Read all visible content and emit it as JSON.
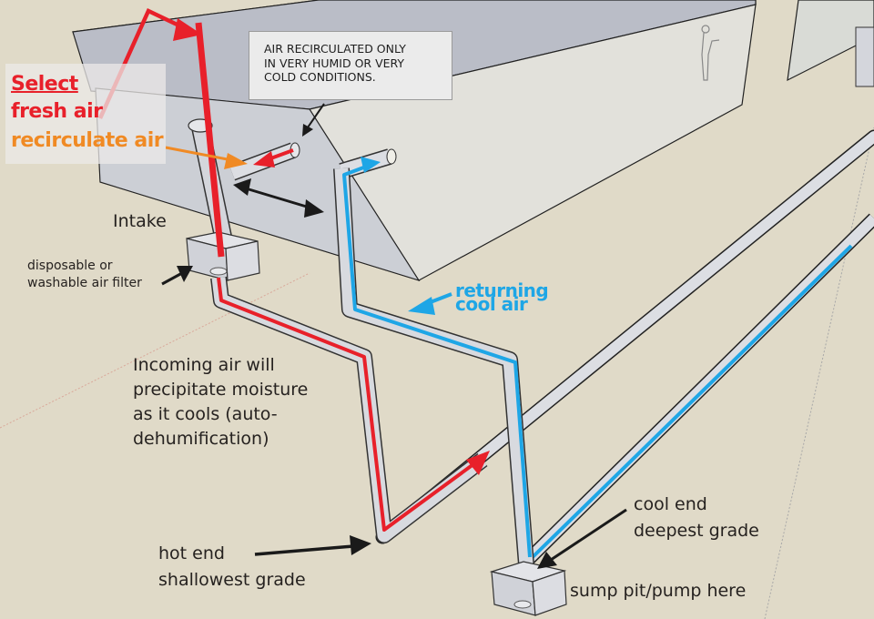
{
  "diagram": {
    "type": "earth-tube ventilation system illustration",
    "colors": {
      "background": "#e0dac8",
      "hot_air": "#e8202a",
      "recirculate": "#f08a24",
      "cool_air": "#1ea6e6",
      "annotation_arrow": "#1a1a1a",
      "pipe": "#d4d6dc",
      "building": "#c6c9d1"
    },
    "select_panel": {
      "title": "Select",
      "fresh": "fresh air",
      "recirculate": "recirculate air"
    },
    "note": {
      "lines": [
        "AIR RECIRCULATED ONLY",
        "IN VERY HUMID OR VERY",
        "COLD CONDITIONS."
      ]
    },
    "labels": {
      "intake": "Intake",
      "filter": [
        "disposable or",
        "washable air filter"
      ],
      "returning": [
        "returning",
        "cool air"
      ],
      "incoming": [
        "Incoming air will",
        "precipitate moisture",
        "as it cools (auto-",
        "dehumification)"
      ],
      "hot_end": [
        "hot end",
        "shallowest grade"
      ],
      "cool_end": [
        "cool end",
        "deepest grade"
      ],
      "sump": "sump pit/pump here"
    }
  }
}
